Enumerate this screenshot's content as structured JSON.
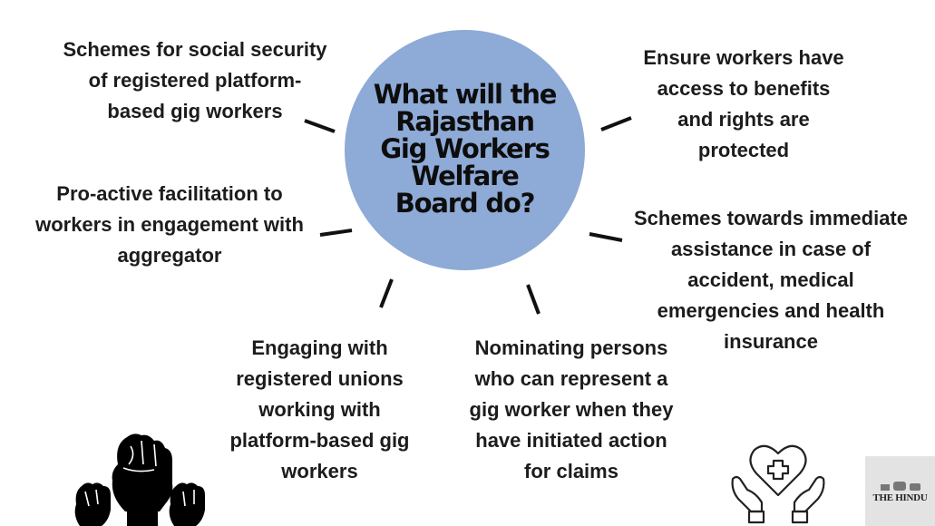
{
  "center": {
    "title": "What will the\nRajasthan\nGig Workers\nWelfare\nBoard do?",
    "color": "#8eaad6"
  },
  "items": [
    {
      "id": "social-security",
      "text": "Schemes for social security\nof registered platform-\nbased gig workers"
    },
    {
      "id": "pro-active-facilitation",
      "text": "Pro-active facilitation to\nworkers in engagement with\naggregator"
    },
    {
      "id": "engaging-unions",
      "text": "Engaging with\nregistered unions\nworking with\nplatform-based gig\nworkers"
    },
    {
      "id": "nominating-persons",
      "text": "Nominating persons\nwho can represent a\ngig worker when they\nhave initiated action\nfor claims"
    },
    {
      "id": "benefits-rights",
      "text": "Ensure workers have\naccess to benefits\nand rights are\nprotected"
    },
    {
      "id": "immediate-assistance",
      "text": "Schemes towards immediate\nassistance in case of\naccident, medical\nemergencies and health\ninsurance"
    }
  ],
  "icons": {
    "left": "raised-fists-icon",
    "right": "heart-care-hands-icon"
  },
  "logo": {
    "text": "THE HINDU"
  }
}
